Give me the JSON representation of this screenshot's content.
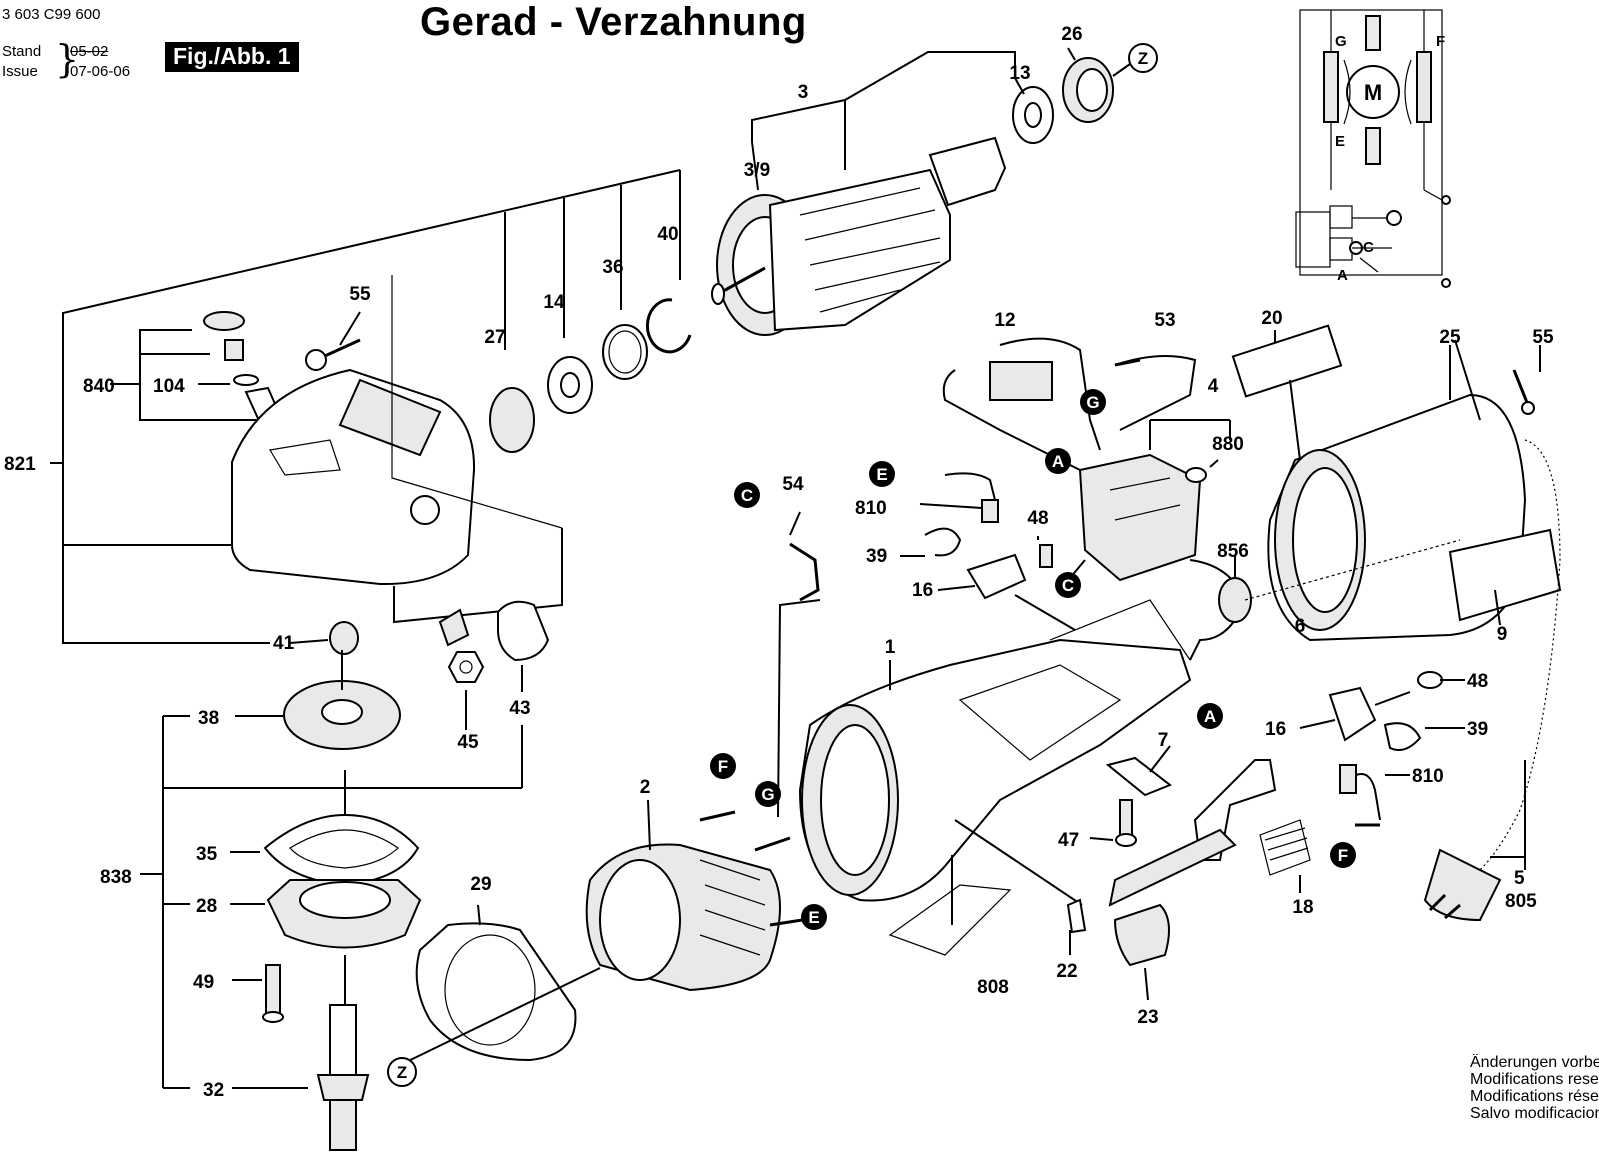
{
  "header": {
    "doc_number": "3 603 C99 600",
    "stand_label": "Stand",
    "stand_value": "05-02",
    "issue_label": "Issue",
    "issue_value": "07-06-06",
    "figure_badge": "Fig./Abb. 1",
    "title": "Gerad - Verzahnung"
  },
  "callouts": {
    "3": "3",
    "3_9": "3/9",
    "13": "13",
    "26": "26",
    "40": "40",
    "36": "36",
    "14": "14",
    "27": "27",
    "55_top": "55",
    "840": "840",
    "104": "104",
    "821": "821",
    "41": "41",
    "38": "38",
    "45": "45",
    "43": "43",
    "838": "838",
    "35": "35",
    "28": "28",
    "49": "49",
    "32": "32",
    "29": "29",
    "2": "2",
    "54": "54",
    "12": "12",
    "53": "53",
    "4": "4",
    "880": "880",
    "810_left": "810",
    "48_left": "48",
    "39_left": "39",
    "16_left": "16",
    "1": "1",
    "7": "7",
    "47": "47",
    "22": "22",
    "23": "23",
    "808": "808",
    "856": "856",
    "6": "6",
    "20": "20",
    "25": "25",
    "55_right": "55",
    "9": "9",
    "48_right": "48",
    "16_right": "16",
    "39_right": "39",
    "810_right": "810",
    "18": "18",
    "5": "5",
    "805": "805"
  },
  "reference_markers": {
    "z_top": "Z",
    "z_bottom": "Z",
    "c_upper": "C",
    "c_switch": "C",
    "e_upper": "E",
    "e_stator": "E",
    "a_upper": "A",
    "a_lower": "A",
    "g_upper": "G",
    "g_stator": "G",
    "f_stator": "F",
    "f_right": "F"
  },
  "schematic": {
    "motor_label": "M",
    "terminal_g": "G",
    "terminal_f": "F",
    "terminal_e": "E",
    "terminal_c": "C",
    "terminal_a": "A"
  },
  "footer": {
    "lines": [
      "Änderungen vorbehalten",
      "Modifications reserved",
      "Modifications réservées",
      "Salvo modificaciones"
    ]
  }
}
